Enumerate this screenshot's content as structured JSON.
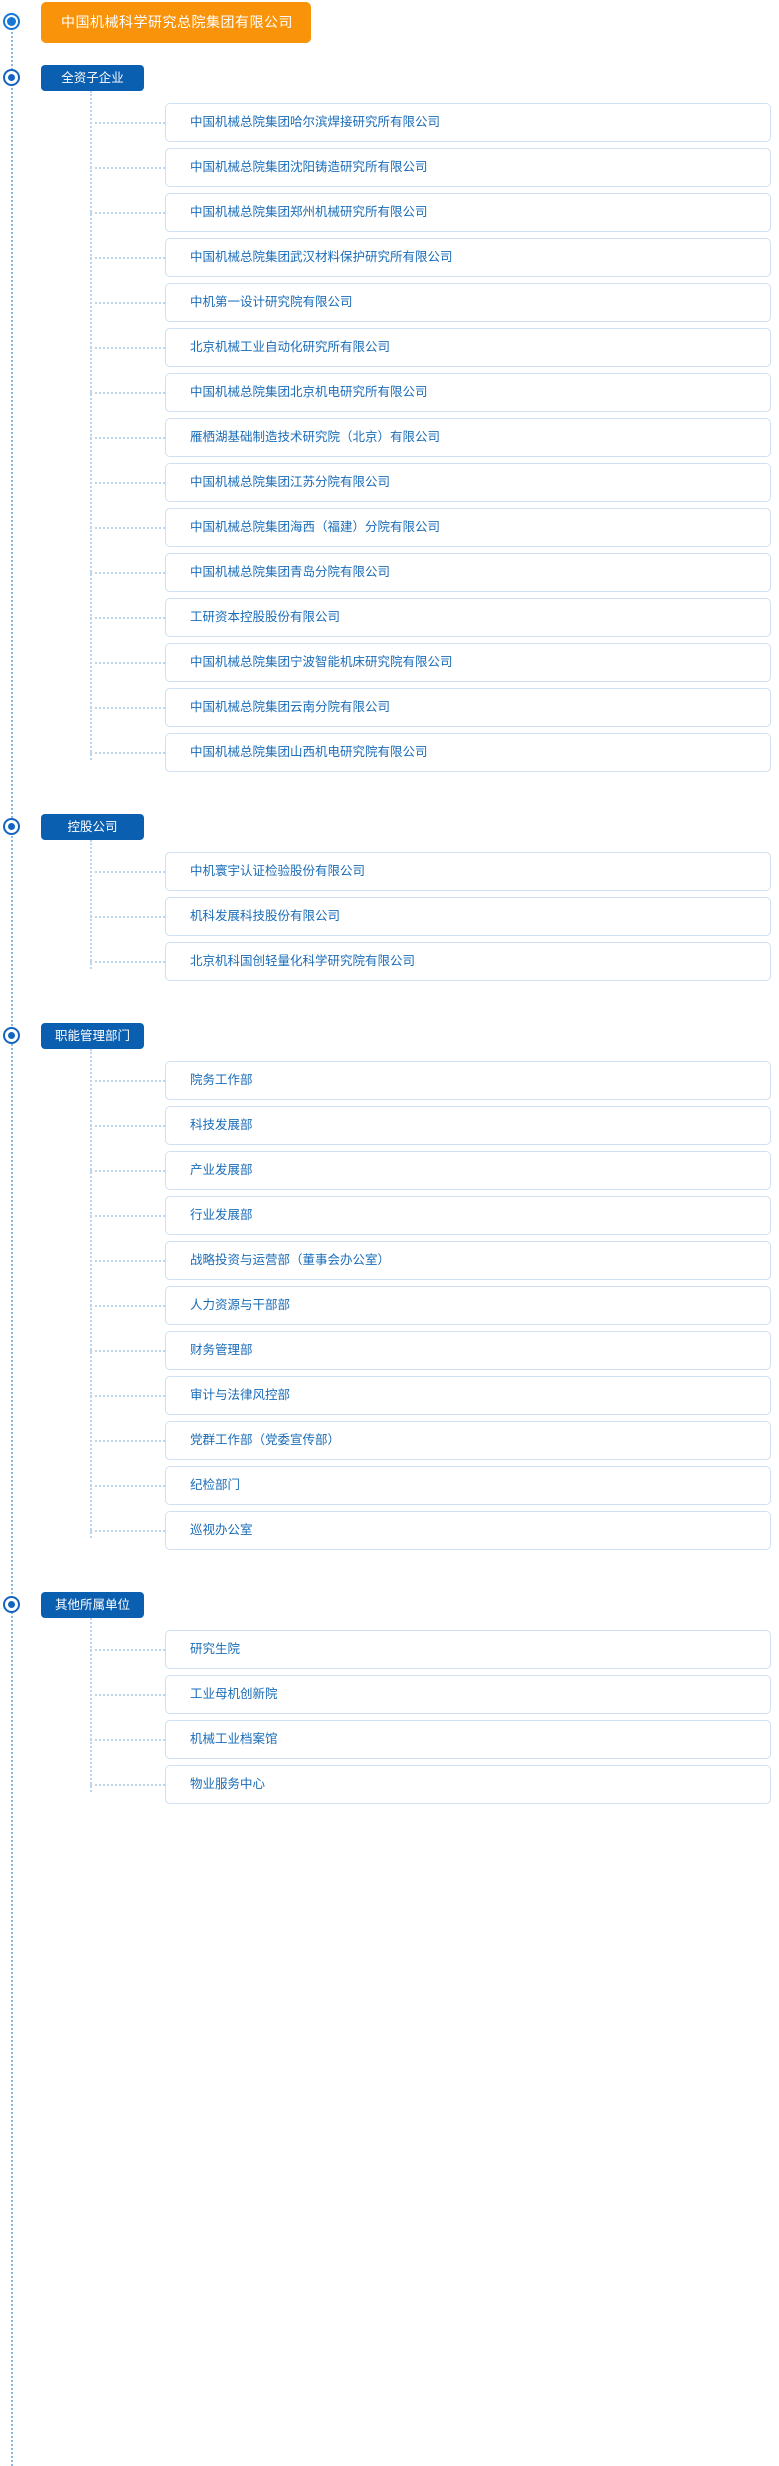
{
  "colors": {
    "root_bg": "#f9930a",
    "category_bg": "#0b5fb0",
    "item_text": "#1a6cb8",
    "item_border": "#cfe0f2",
    "connector": "#bcd6ef",
    "spine": "#8fb8e0",
    "bullet": "#1565c0"
  },
  "root": {
    "label": "中国机械科学研究总院集团有限公司"
  },
  "groups": [
    {
      "label": "全资子企业",
      "items": [
        "中国机械总院集团哈尔滨焊接研究所有限公司",
        "中国机械总院集团沈阳铸造研究所有限公司",
        "中国机械总院集团郑州机械研究所有限公司",
        "中国机械总院集团武汉材料保护研究所有限公司",
        "中机第一设计研究院有限公司",
        "北京机械工业自动化研究所有限公司",
        "中国机械总院集团北京机电研究所有限公司",
        "雁栖湖基础制造技术研究院（北京）有限公司",
        "中国机械总院集团江苏分院有限公司",
        "中国机械总院集团海西（福建）分院有限公司",
        "中国机械总院集团青岛分院有限公司",
        "工研资本控股股份有限公司",
        "中国机械总院集团宁波智能机床研究院有限公司",
        "中国机械总院集团云南分院有限公司",
        "中国机械总院集团山西机电研究院有限公司"
      ]
    },
    {
      "label": "控股公司",
      "items": [
        "中机寰宇认证检验股份有限公司",
        "机科发展科技股份有限公司",
        "北京机科国创轻量化科学研究院有限公司"
      ]
    },
    {
      "label": "职能管理部门",
      "items": [
        "院务工作部",
        "科技发展部",
        "产业发展部",
        "行业发展部",
        "战略投资与运营部（董事会办公室）",
        "人力资源与干部部",
        "财务管理部",
        "审计与法律风控部",
        "党群工作部（党委宣传部）",
        "纪检部门",
        "巡视办公室"
      ]
    },
    {
      "label": "其他所属单位",
      "items": [
        "研究生院",
        "工业母机创新院",
        "机械工业档案馆",
        "物业服务中心"
      ]
    }
  ]
}
